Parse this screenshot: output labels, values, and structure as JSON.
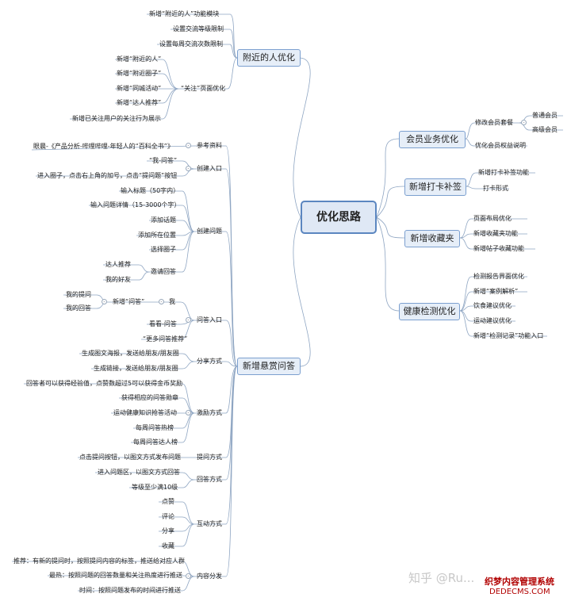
{
  "root": "优化思路",
  "branches": {
    "nearby": "附近的人优化",
    "reward": "新增悬赏问答",
    "member": "会员业务优化",
    "checkin": "新增打卡补签",
    "fav": "新增收藏夹",
    "health": "健康检测优化"
  },
  "nearby": {
    "n1": "新增“附近的人”功能模块",
    "n2": "设置交流等级限制",
    "n3": "设置每周交流次数限制",
    "follow": "“关注”页面优化",
    "f1": "新增“附近的人”",
    "f2": "新增“附近圈子”",
    "f3": "新增“同城活动”",
    "f4": "新增“达人推荐”",
    "f5": "新增已关注用户的关注行为展示"
  },
  "reward": {
    "ref": "参考资料",
    "ref1": "眼晨-《产品分析-哔哩哔哩-年轻人的“百科全书”》",
    "entry": "创建入口",
    "entry1": "“我-问答”",
    "entry2": "进入圈子，点击右上角的加号，点击“提问题”按钮",
    "create": "创建问题",
    "c1": "输入标题（50字内）",
    "c2": "输入问题详情（15-3000个字）",
    "c3": "添加话题",
    "c4": "添加所在位置",
    "c5": "选择圈子",
    "invite": "邀请回答",
    "i1": "达人推荐",
    "i2": "我的好友",
    "qa": "问答入口",
    "me": "我",
    "meqa": "新增“问答”",
    "q1": "我的提问",
    "q2": "我的回答",
    "look": "看看-问答",
    "more": "“更多问答推荐”",
    "share": "分享方式",
    "s1": "生成图文海报，发送给朋友/朋友圈",
    "s2": "生成链接，发送给朋友/朋友圈",
    "incent": "激励方式",
    "in1": "回答者可以获得经验值，点赞数超过5可以获得金币奖励",
    "in2": "获得相应的问答勋章",
    "in3": "运动健康知识抢答活动",
    "in4": "每周问答热榜",
    "in5": "每周问答达人榜",
    "ask": "提问方式",
    "ask1": "点击提问按钮，以图文方式发布问题",
    "ans": "回答方式",
    "ans1": "进入问题区，以图文方式回答",
    "ans2": "等级至少满10级",
    "inter": "互动方式",
    "it1": "点赞",
    "it2": "评论",
    "it3": "分享",
    "it4": "收藏",
    "dist": "内容分发",
    "d1": "推荐：有新的提问时，按照提问内容的标签，推送给对应人群",
    "d2": "最热：按照问题的回答数量和关注热度进行推送",
    "d3": "时间：按照问题发布的时间进行推送"
  },
  "member": {
    "m1": "修改会员套餐",
    "m1a": "普通会员",
    "m1b": "高级会员",
    "m2": "优化会员权益说明"
  },
  "checkin": {
    "k1": "新增打卡补签功能",
    "k2": "打卡形式"
  },
  "fav": {
    "v1": "页面布局优化",
    "v2": "新增收藏夹功能",
    "v3": "新增帖子收藏功能"
  },
  "health": {
    "h1": "检测报告界面优化",
    "h2": "新增“案例解析”",
    "h3": "饮食建议优化",
    "h4": "运动建议优化",
    "h5": "新增“检测记录”功能入口"
  },
  "watermark": "知乎 @Ru...",
  "logo": {
    "top": "织梦内容管理系统",
    "bottom": "DEDECMS.COM"
  }
}
